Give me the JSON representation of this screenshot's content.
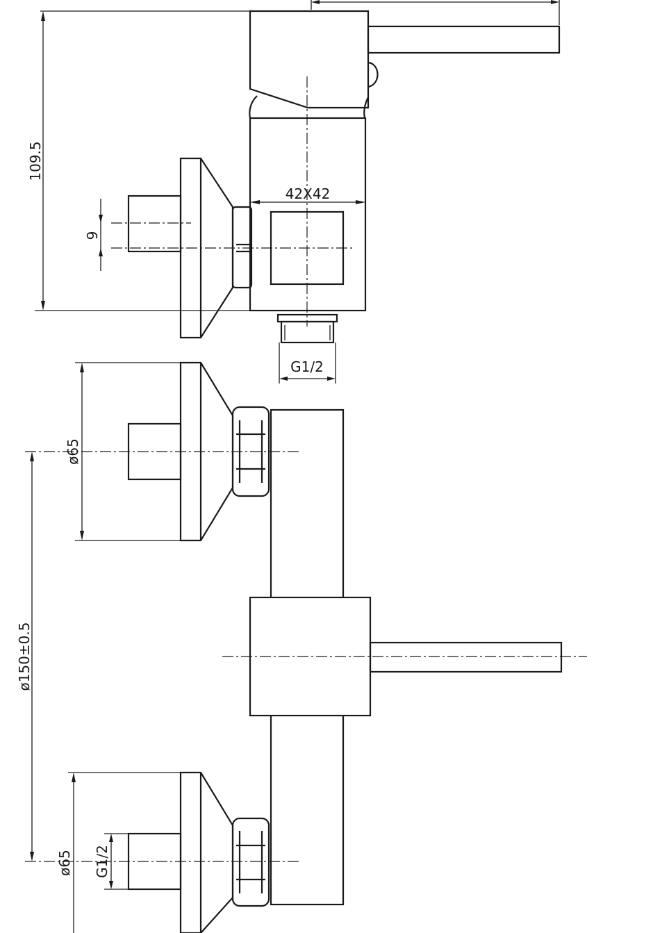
{
  "drawing": {
    "dimensions": {
      "height_side_view": "109.5",
      "body_section": "42X42",
      "outlet_thread_side_view": "G1/2",
      "inlet_offset": "9",
      "flange_diameter_upper": "ø65",
      "inlet_spacing": "ø150±0.5",
      "flange_diameter_lower": "ø65",
      "inlet_thread_lower": "G1/2"
    }
  }
}
